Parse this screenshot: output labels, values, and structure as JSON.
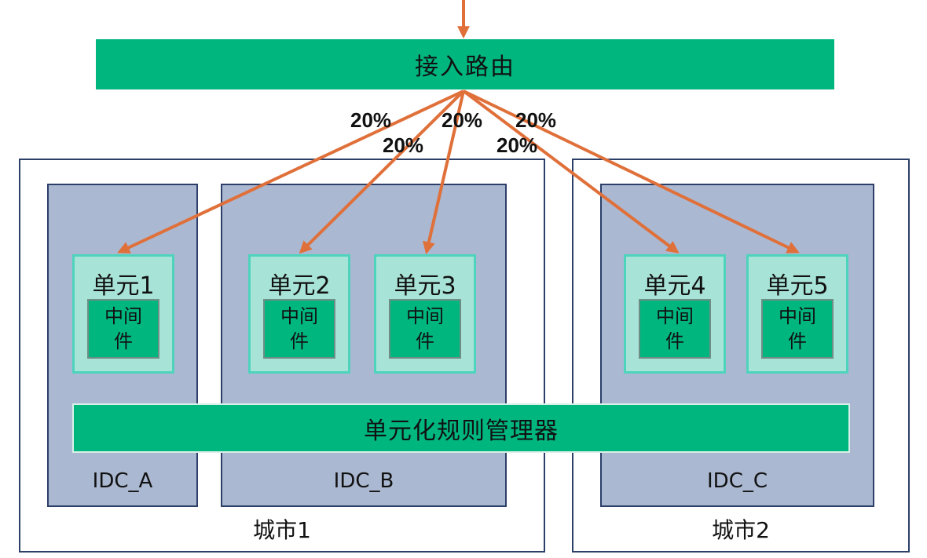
{
  "router": {
    "label": "接入路由"
  },
  "traffic_split": [
    "20%",
    "20%",
    "20%",
    "20%",
    "20%"
  ],
  "cities": [
    {
      "label": "城市1"
    },
    {
      "label": "城市2"
    }
  ],
  "idcs": [
    {
      "label": "IDC_A"
    },
    {
      "label": "IDC_B"
    },
    {
      "label": "IDC_C"
    }
  ],
  "units": [
    {
      "label": "单元1",
      "middleware": "中间\n件"
    },
    {
      "label": "单元2",
      "middleware": "中间\n件"
    },
    {
      "label": "单元3",
      "middleware": "中间\n件"
    },
    {
      "label": "单元4",
      "middleware": "中间\n件"
    },
    {
      "label": "单元5",
      "middleware": "中间\n件"
    }
  ],
  "manager": {
    "label": "单元化规则管理器"
  },
  "colors": {
    "green": "#00b67f",
    "arrow": "#e0703a",
    "idc_fill": "#abb8d1",
    "unit_fill": "#a8e3d7",
    "border": "#2c3f69"
  }
}
